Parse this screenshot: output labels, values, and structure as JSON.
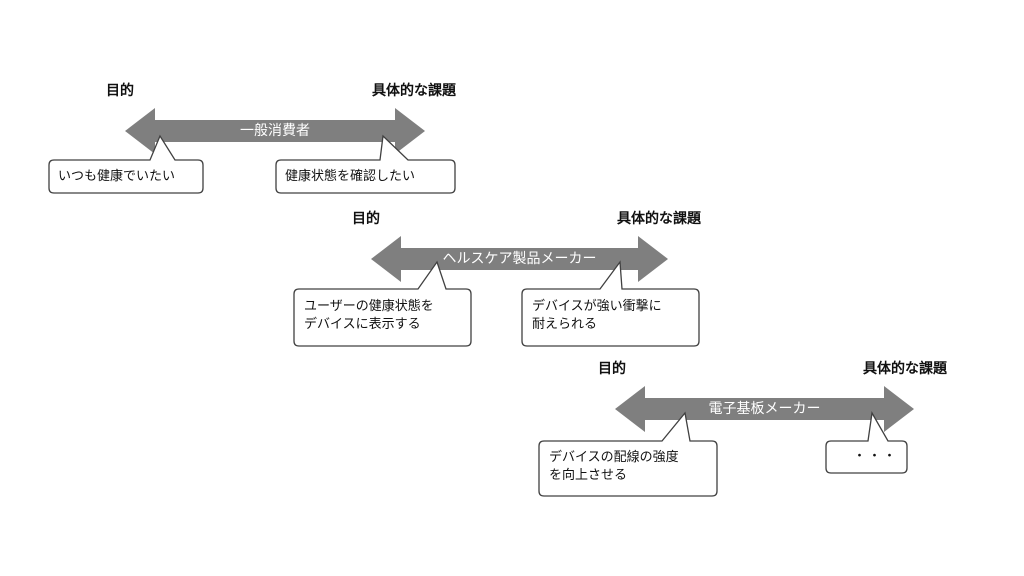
{
  "labels": {
    "purpose": "目的",
    "concrete_issue": "具体的な課題"
  },
  "rows": [
    {
      "title": "一般消費者",
      "purpose_note": "いつも健康でいたい",
      "issue_note": "健康状態を確認したい"
    },
    {
      "title": "ヘルスケア製品メーカー",
      "purpose_note_lines": [
        "ユーザーの健康状態を",
        "デバイスに表示する"
      ],
      "issue_note_lines": [
        "デバイスが強い衝撃に",
        "耐えられる"
      ]
    },
    {
      "title": "電子基板メーカー",
      "purpose_note_lines": [
        "デバイスの配線の強度",
        "を向上させる"
      ],
      "issue_note": "・・・"
    }
  ],
  "colors": {
    "arrow": "#7f7f7f",
    "callout_border": "#404040",
    "callout_fill": "#ffffff"
  }
}
